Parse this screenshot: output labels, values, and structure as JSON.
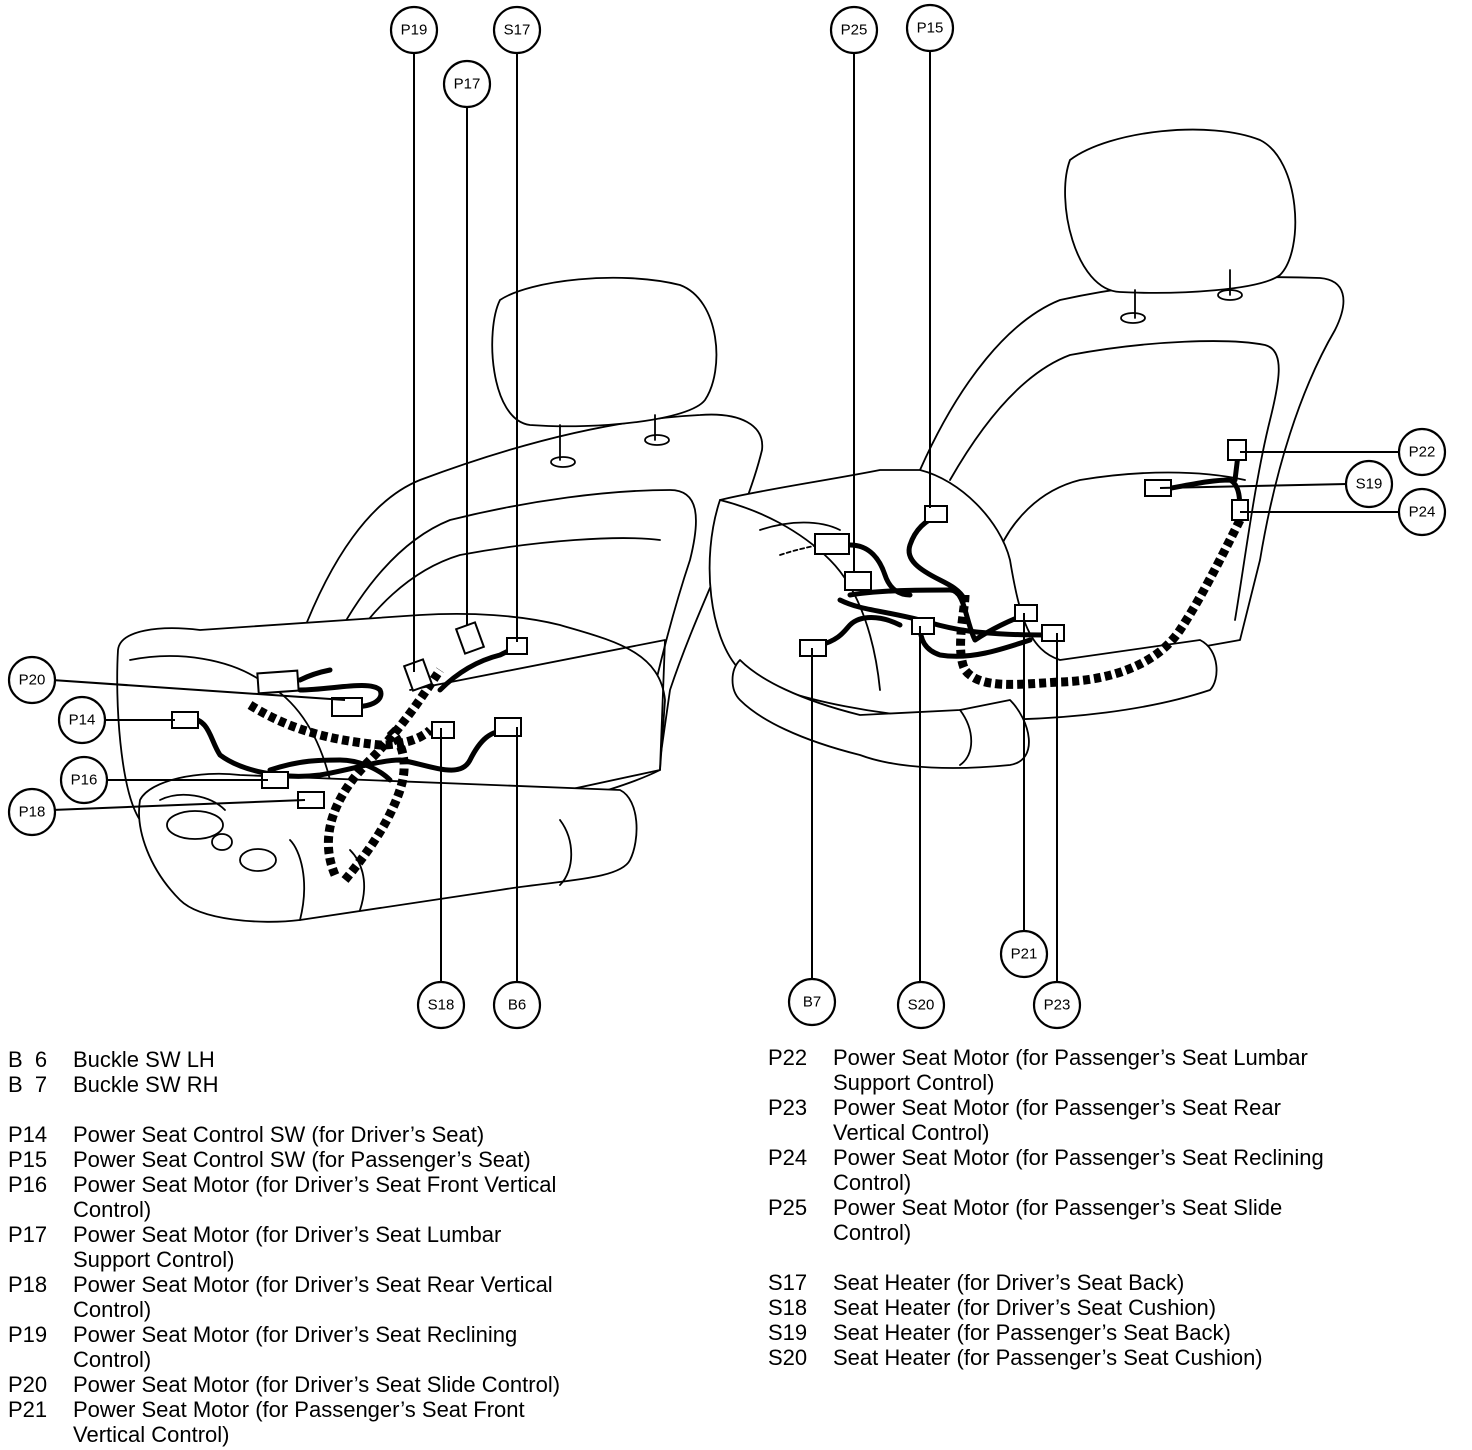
{
  "callouts": {
    "p19": "P19",
    "s17": "S17",
    "p17": "P17",
    "p25": "P25",
    "p15": "P15",
    "p20": "P20",
    "p14": "P14",
    "p16": "P16",
    "p18": "P18",
    "s18": "S18",
    "b6": "B6",
    "b7": "B7",
    "s20": "S20",
    "p21": "P21",
    "p23": "P23",
    "p22": "P22",
    "s19": "S19",
    "p24": "P24"
  },
  "legend_left": [
    {
      "code": "B  6",
      "desc": "Buckle SW LH"
    },
    {
      "code": "B  7",
      "desc": "Buckle SW RH"
    },
    {
      "code": "P14",
      "desc": "Power Seat Control SW (for Driver’s Seat)"
    },
    {
      "code": "P15",
      "desc": "Power Seat Control SW (for Passenger’s Seat)"
    },
    {
      "code": "P16",
      "desc": "Power Seat Motor (for Driver’s Seat Front Vertical\nControl)"
    },
    {
      "code": "P17",
      "desc": "Power Seat Motor (for Driver’s Seat Lumbar\nSupport Control)"
    },
    {
      "code": "P18",
      "desc": "Power Seat Motor (for Driver’s Seat Rear Vertical\nControl)"
    },
    {
      "code": "P19",
      "desc": "Power Seat Motor (for Driver’s Seat Reclining\nControl)"
    },
    {
      "code": "P20",
      "desc": "Power Seat Motor (for Driver’s Seat Slide Control)"
    },
    {
      "code": "P21",
      "desc": "Power Seat Motor (for Passenger’s Seat Front\nVertical Control)"
    }
  ],
  "legend_right": [
    {
      "code": "P22",
      "desc": "Power Seat Motor (for Passenger’s Seat Lumbar\nSupport Control)"
    },
    {
      "code": "P23",
      "desc": "Power Seat Motor (for Passenger’s Seat Rear\nVertical Control)"
    },
    {
      "code": "P24",
      "desc": "Power Seat Motor (for Passenger’s Seat Reclining\nControl)"
    },
    {
      "code": "P25",
      "desc": "Power Seat Motor (for Passenger’s Seat Slide\nControl)"
    },
    {
      "code": "S17",
      "desc": "Seat Heater (for Driver’s Seat Back)"
    },
    {
      "code": "S18",
      "desc": "Seat Heater (for Driver’s Seat Cushion)"
    },
    {
      "code": "S19",
      "desc": "Seat Heater (for Passenger’s Seat Back)"
    },
    {
      "code": "S20",
      "desc": "Seat Heater (for Passenger’s Seat Cushion)"
    }
  ]
}
